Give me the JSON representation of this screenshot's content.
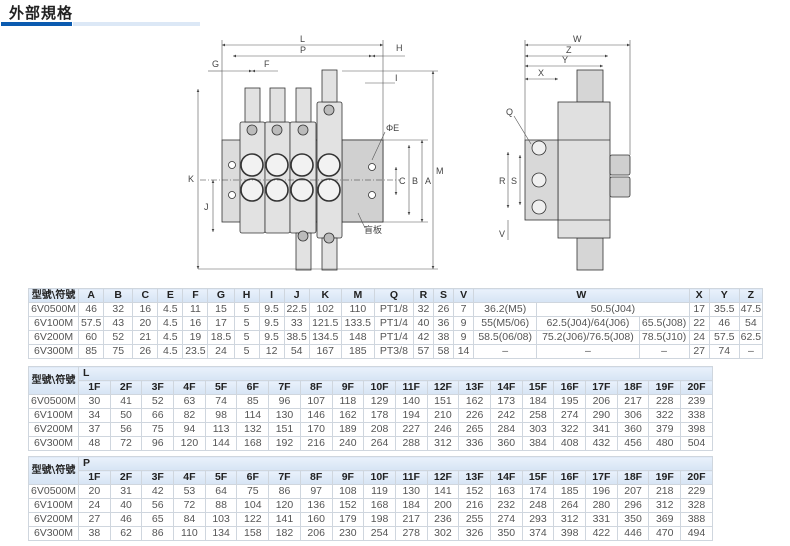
{
  "title": "外部規格",
  "front_view_labels": {
    "L": "L",
    "P": "P",
    "H": "H",
    "G": "G",
    "F": "F",
    "I": "I",
    "E": "ΦE",
    "K": "K",
    "J": "J",
    "C": "C",
    "B": "B",
    "A": "A",
    "M": "M",
    "blind_plate": "盲板"
  },
  "side_view_labels": {
    "W": "W",
    "Z": "Z",
    "Y": "Y",
    "X": "X",
    "Q": "Q",
    "R": "R",
    "S": "S",
    "V": "V"
  },
  "main_table": {
    "corner": "型號\\符號",
    "headers": [
      "A",
      "B",
      "C",
      "E",
      "F",
      "G",
      "H",
      "I",
      "J",
      "K",
      "M",
      "Q",
      "R",
      "S",
      "V"
    ],
    "w_header": "W",
    "tail_headers": [
      "X",
      "Y",
      "Z"
    ],
    "rows": [
      {
        "model": "6V0500M",
        "vals": [
          "46",
          "32",
          "16",
          "4.5",
          "11",
          "15",
          "5",
          "9.5",
          "22.5",
          "102",
          "110",
          "PT1/8",
          "32",
          "26",
          "7"
        ],
        "w": [
          [
            "36.2(M5)",
            1
          ],
          [
            "50.5(J04)",
            2
          ]
        ],
        "tail": [
          "17",
          "35.5",
          "47.5"
        ]
      },
      {
        "model": "6V100M",
        "vals": [
          "57.5",
          "43",
          "20",
          "4.5",
          "16",
          "17",
          "5",
          "9.5",
          "33",
          "121.5",
          "133.5",
          "PT1/4",
          "40",
          "36",
          "9"
        ],
        "w": [
          [
            "55(M5/06)",
            1
          ],
          [
            "62.5(J04)/64(J06)",
            1
          ],
          [
            "65.5(J08)",
            1
          ]
        ],
        "tail": [
          "22",
          "46",
          "54"
        ]
      },
      {
        "model": "6V200M",
        "vals": [
          "60",
          "52",
          "21",
          "4.5",
          "19",
          "18.5",
          "5",
          "9.5",
          "38.5",
          "134.5",
          "148",
          "PT1/4",
          "42",
          "38",
          "9"
        ],
        "w": [
          [
            "58.5(06/08)",
            1
          ],
          [
            "75.2(J06)/76.5(J08)",
            1
          ],
          [
            "78.5(J10)",
            1
          ]
        ],
        "tail": [
          "24",
          "57.5",
          "62.5"
        ]
      },
      {
        "model": "6V300M",
        "vals": [
          "85",
          "75",
          "26",
          "4.5",
          "23.5",
          "24",
          "5",
          "12",
          "54",
          "167",
          "185",
          "PT3/8",
          "57",
          "58",
          "14"
        ],
        "w": [
          [
            "–",
            1
          ],
          [
            "–",
            1
          ],
          [
            "–",
            1
          ]
        ],
        "tail": [
          "27",
          "74",
          "–"
        ]
      }
    ]
  },
  "l_table": {
    "corner": "型號\\符號",
    "group": "L",
    "stations": [
      "1F",
      "2F",
      "3F",
      "4F",
      "5F",
      "6F",
      "7F",
      "8F",
      "9F",
      "10F",
      "11F",
      "12F",
      "13F",
      "14F",
      "15F",
      "16F",
      "17F",
      "18F",
      "19F",
      "20F"
    ],
    "rows": [
      {
        "model": "6V0500M",
        "vals": [
          "30",
          "41",
          "52",
          "63",
          "74",
          "85",
          "96",
          "107",
          "118",
          "129",
          "140",
          "151",
          "162",
          "173",
          "184",
          "195",
          "206",
          "217",
          "228",
          "239"
        ]
      },
      {
        "model": "6V100M",
        "vals": [
          "34",
          "50",
          "66",
          "82",
          "98",
          "114",
          "130",
          "146",
          "162",
          "178",
          "194",
          "210",
          "226",
          "242",
          "258",
          "274",
          "290",
          "306",
          "322",
          "338"
        ]
      },
      {
        "model": "6V200M",
        "vals": [
          "37",
          "56",
          "75",
          "94",
          "113",
          "132",
          "151",
          "170",
          "189",
          "208",
          "227",
          "246",
          "265",
          "284",
          "303",
          "322",
          "341",
          "360",
          "379",
          "398"
        ]
      },
      {
        "model": "6V300M",
        "vals": [
          "48",
          "72",
          "96",
          "120",
          "144",
          "168",
          "192",
          "216",
          "240",
          "264",
          "288",
          "312",
          "336",
          "360",
          "384",
          "408",
          "432",
          "456",
          "480",
          "504"
        ]
      }
    ]
  },
  "p_table": {
    "corner": "型號\\符號",
    "group": "P",
    "stations": [
      "1F",
      "2F",
      "3F",
      "4F",
      "5F",
      "6F",
      "7F",
      "8F",
      "9F",
      "10F",
      "11F",
      "12F",
      "13F",
      "14F",
      "15F",
      "16F",
      "17F",
      "18F",
      "19F",
      "20F"
    ],
    "rows": [
      {
        "model": "6V0500M",
        "vals": [
          "20",
          "31",
          "42",
          "53",
          "64",
          "75",
          "86",
          "97",
          "108",
          "119",
          "130",
          "141",
          "152",
          "163",
          "174",
          "185",
          "196",
          "207",
          "218",
          "229"
        ]
      },
      {
        "model": "6V100M",
        "vals": [
          "24",
          "40",
          "56",
          "72",
          "88",
          "104",
          "120",
          "136",
          "152",
          "168",
          "184",
          "200",
          "216",
          "232",
          "248",
          "264",
          "280",
          "296",
          "312",
          "328"
        ]
      },
      {
        "model": "6V200M",
        "vals": [
          "27",
          "46",
          "65",
          "84",
          "103",
          "122",
          "141",
          "160",
          "179",
          "198",
          "217",
          "236",
          "255",
          "274",
          "293",
          "312",
          "331",
          "350",
          "369",
          "388"
        ]
      },
      {
        "model": "6V300M",
        "vals": [
          "38",
          "62",
          "86",
          "110",
          "134",
          "158",
          "182",
          "206",
          "230",
          "254",
          "278",
          "302",
          "326",
          "350",
          "374",
          "398",
          "422",
          "446",
          "470",
          "494"
        ]
      }
    ]
  },
  "colors": {
    "accent": "#0b5bb0",
    "header_bg": "#dce8f6",
    "body_fill": "#d9d9d9"
  }
}
